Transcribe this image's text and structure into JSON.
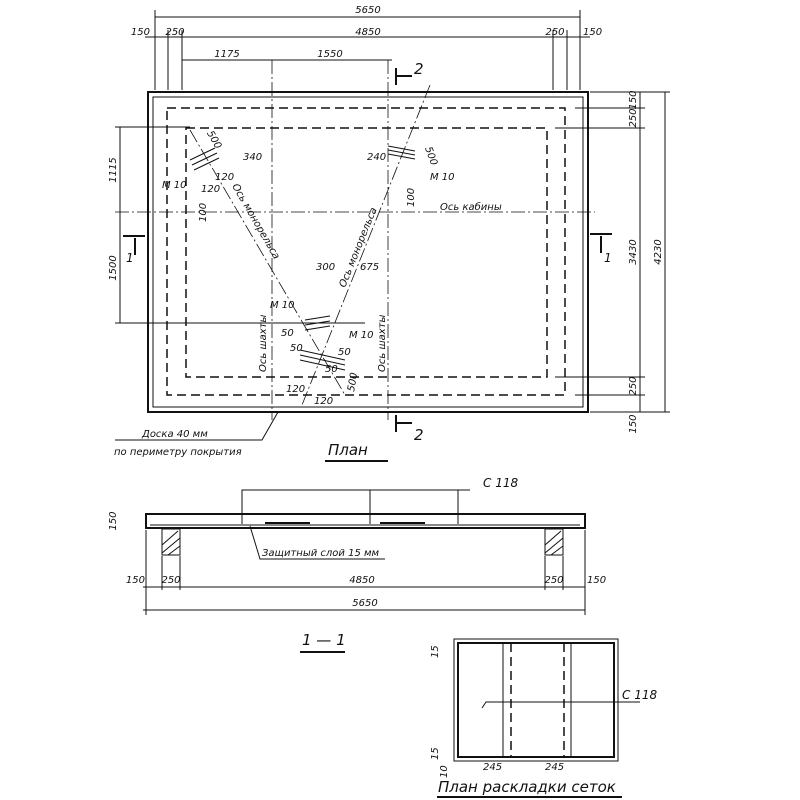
{
  "plan": {
    "title": "План",
    "dims_top": {
      "overall": "5650",
      "left_edge": "150",
      "left_support": "250",
      "span": "4850",
      "right_support": "250",
      "right_edge": "150",
      "to_shaft_axis": "1175",
      "between_axes": "1550"
    },
    "dims_right": {
      "top_edge": "150",
      "top_support": "250",
      "span": "3430",
      "bottom_support": "250",
      "bottom_edge": "150",
      "overall": "4230"
    },
    "dims_left": {
      "upper": "1115",
      "lower": "1500"
    },
    "inner_dims": [
      "500",
      "340",
      "120",
      "120",
      "100",
      "240",
      "500",
      "100",
      "300",
      "675",
      "50",
      "50",
      "50",
      "50",
      "500",
      "120",
      "120"
    ],
    "anchors": [
      "М 10",
      "М 10",
      "М 10",
      "М 10"
    ],
    "axis_labels": {
      "monorail_left": "Ось монорельса",
      "monorail_right": "Ось монорельса",
      "cabin": "Ось кабины",
      "shaft_left": "Ось шахты",
      "shaft_right": "Ось шахты"
    },
    "section_marks": {
      "s1": "1",
      "s2": "2"
    },
    "note_line1": "Доска 40 мм",
    "note_line2": "по периметру покрытия"
  },
  "section": {
    "title": "1 — 1",
    "mesh_label": "С 118",
    "thickness": "150",
    "cover_note": "Защитный слой 15 мм",
    "dims": {
      "left_edge": "150",
      "left_support": "250",
      "span": "4850",
      "right_support": "250",
      "right_edge": "150",
      "overall": "5650"
    }
  },
  "mesh_plan": {
    "title": "План раскладки сеток",
    "mesh_label": "С 118",
    "dim_top": "15",
    "dim_bottom": "15",
    "dim_left": "10",
    "overlap_left": "245",
    "overlap_right": "245"
  }
}
